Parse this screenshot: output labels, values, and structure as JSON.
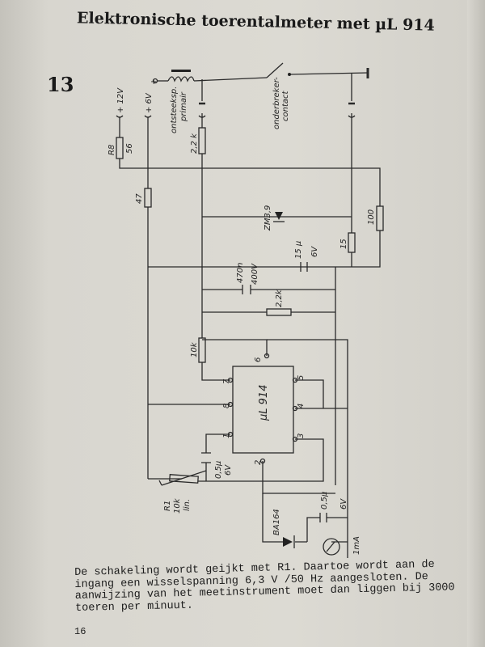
{
  "title": "Elektronische toerentalmeter met µL 914",
  "figure_number": "13",
  "labels": {
    "plus": "+",
    "plus12v": "+ 12V",
    "plus6v": "+ 6V",
    "coil1": "ontsteeksp.",
    "coil2": "primair",
    "breaker1": "onderbreker-",
    "breaker2": "contact",
    "r8_name": "R8",
    "r8_value": "56",
    "r_2k2_top": "2,2 k",
    "r_47": "47",
    "zener": "ZM3,9",
    "r_100": "100",
    "r_15": "15",
    "c_15u": "15 µ",
    "c_15u_v": "6V",
    "c_470n": "470n",
    "c_470n_v": "400V",
    "r_2k2_mid": "2,2k",
    "r_10k": "10k",
    "ic": "µL 914",
    "pins": [
      "1",
      "2",
      "3",
      "4",
      "5",
      "6",
      "7",
      "8"
    ],
    "c_05u_a": "0,5µ",
    "c_05u_a_v": "6V",
    "r1_name": "R1",
    "r1_value": "10k",
    "r1_type": "lin.",
    "diode": "BA164",
    "c_05u_b": "0,5µ",
    "c_05u_b_v": "6V",
    "meter": "1mA"
  },
  "caption": "De schakeling wordt geijkt met R1. Daartoe wordt aan de ingang een wisselspanning 6,3 V /50 Hz aangesloten. De aanwijzing van het meetinstrument moet dan liggen bij 3000 toeren per minuut.",
  "page_number": "16"
}
